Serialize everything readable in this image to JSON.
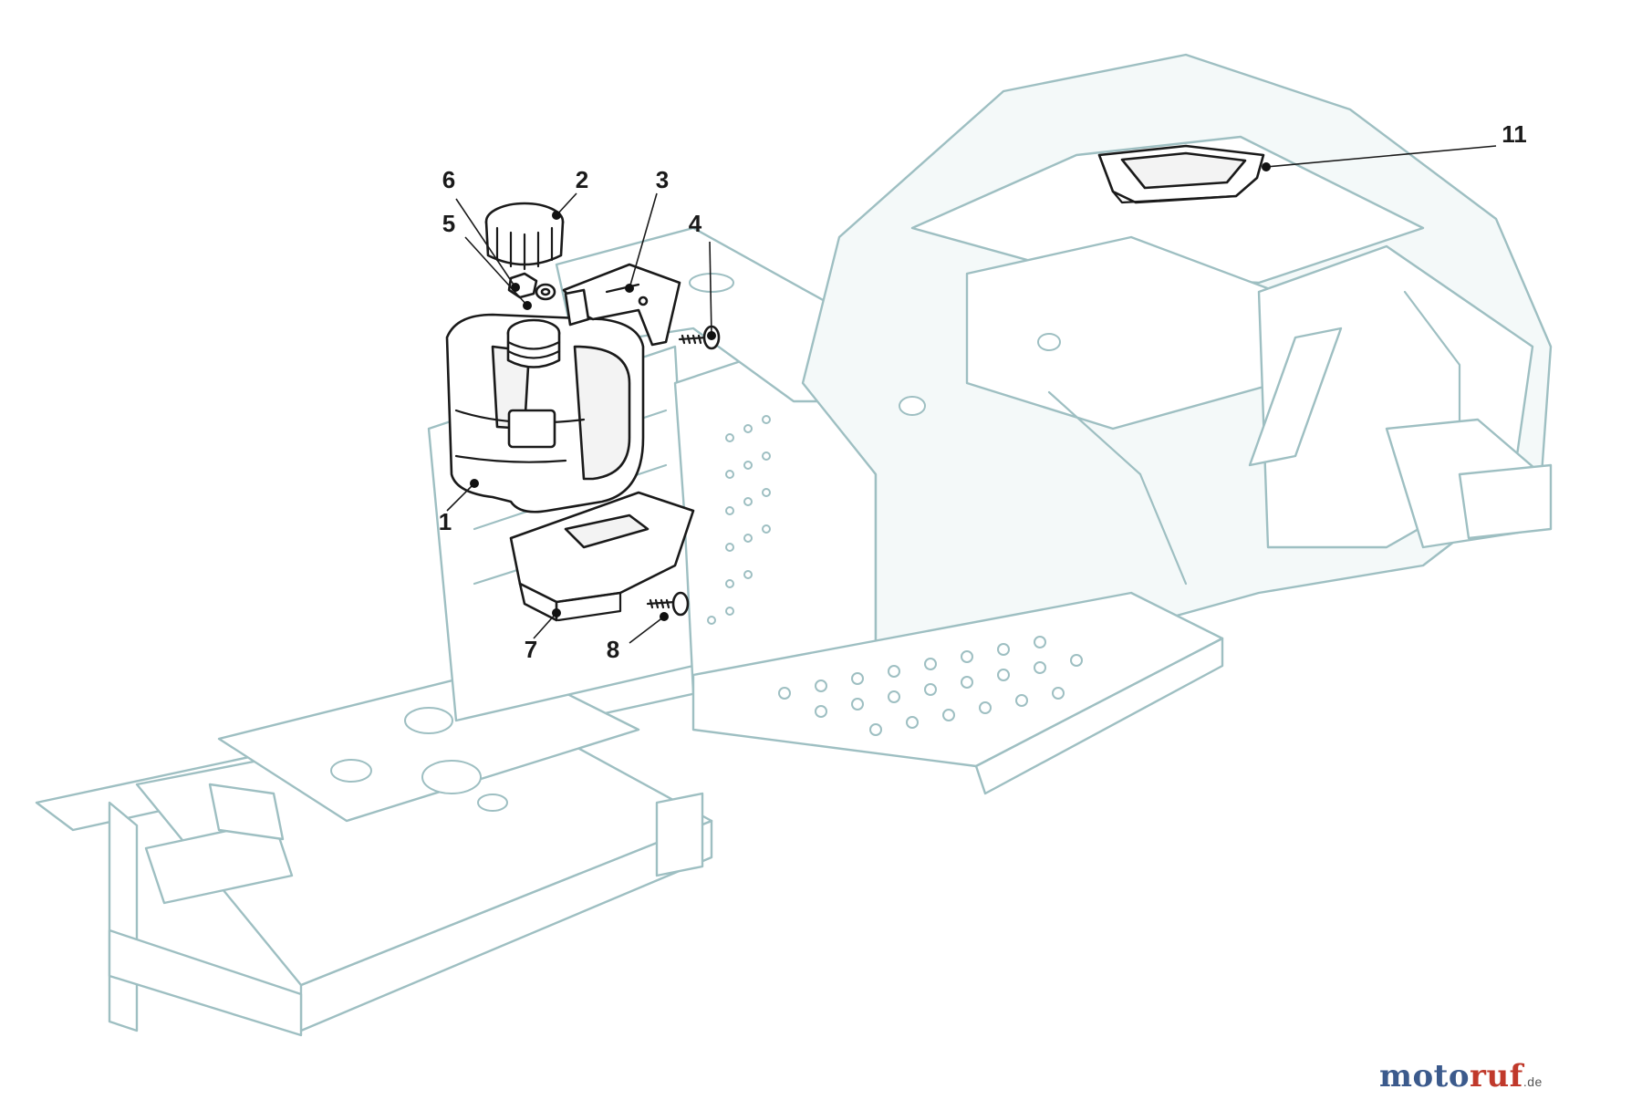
{
  "callouts": [
    {
      "id": "1",
      "label": "1"
    },
    {
      "id": "2",
      "label": "2"
    },
    {
      "id": "3",
      "label": "3"
    },
    {
      "id": "4",
      "label": "4"
    },
    {
      "id": "5",
      "label": "5"
    },
    {
      "id": "6",
      "label": "6"
    },
    {
      "id": "7",
      "label": "7"
    },
    {
      "id": "8",
      "label": "8"
    },
    {
      "id": "11",
      "label": "11"
    }
  ],
  "watermark": {
    "part1": "moto",
    "part2": "ruf",
    "suffix": ".de"
  },
  "colors": {
    "frame_outline": "#9ebfc2",
    "part_outline": "#1a1a1a",
    "brand_blue": "#3b5a8c",
    "brand_red": "#c0392b"
  }
}
